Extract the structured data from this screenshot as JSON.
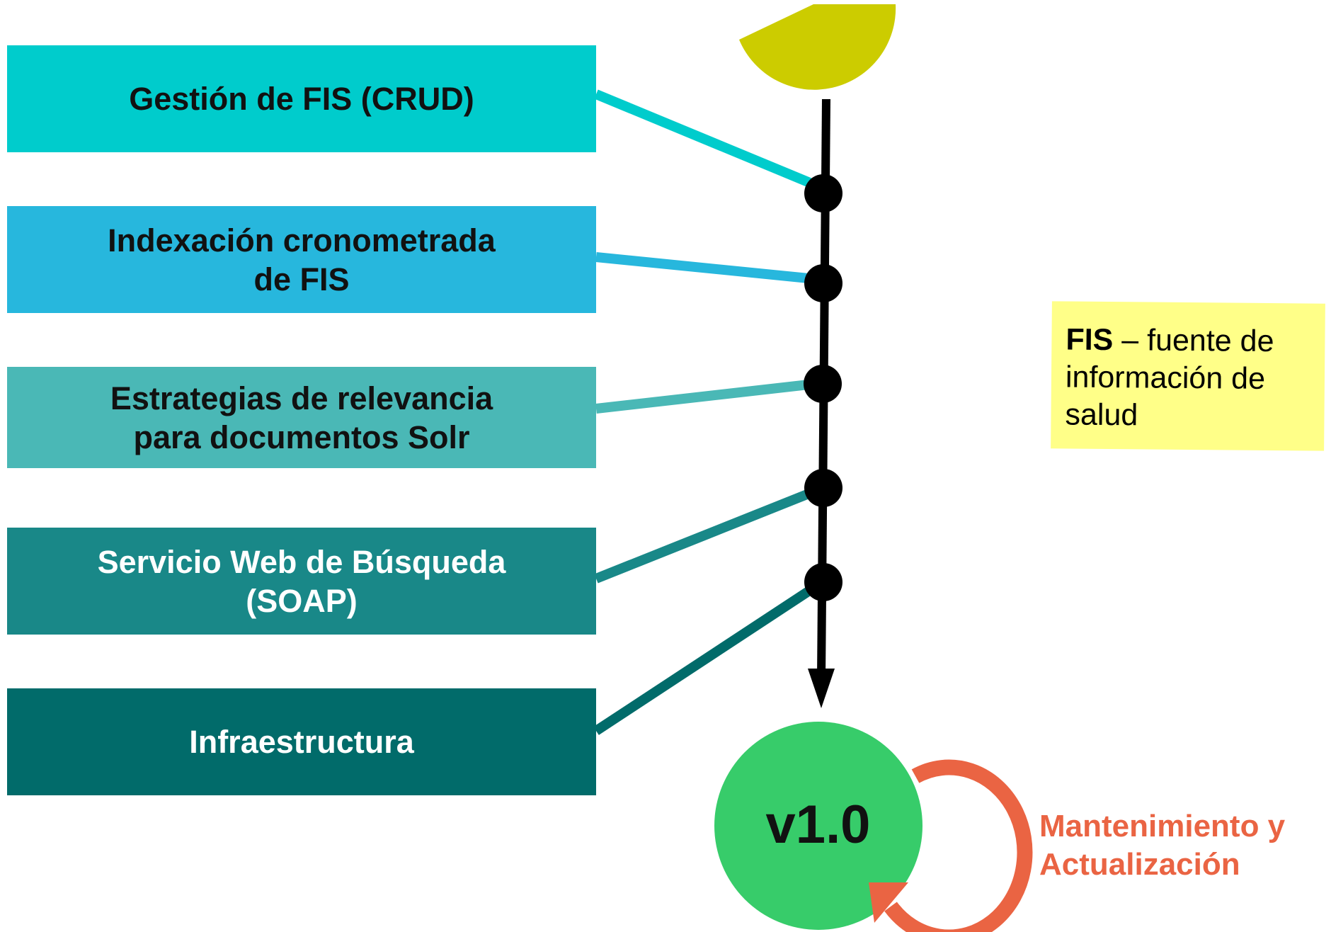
{
  "colors": {
    "box_1": "#00cccc",
    "box_2": "#27b7dd",
    "box_3": "#4ab8b6",
    "box_4": "#198888",
    "box_5": "#016b6a",
    "label_dark": "#111111",
    "label_light": "#ffffff",
    "seed": "#cccc00",
    "timeline": "#000000",
    "version_circle": "#37cc6a",
    "cycle": "#ea6443",
    "note_background": "#ffff88"
  },
  "components": [
    {
      "label": "Gestión de FIS (CRUD)"
    },
    {
      "label": "Indexación cronometrada\nde FIS"
    },
    {
      "label": "Estrategias de relevancia\npara documentos Solr"
    },
    {
      "label": "Servicio Web de Búsqueda\n(SOAP)"
    },
    {
      "label": "Infraestructura"
    }
  ],
  "note": {
    "term": "FIS",
    "definition": " – fuente de información de salud"
  },
  "release": {
    "version": "v1.0",
    "cycle_label": "Mantenimiento y\nActualización"
  }
}
